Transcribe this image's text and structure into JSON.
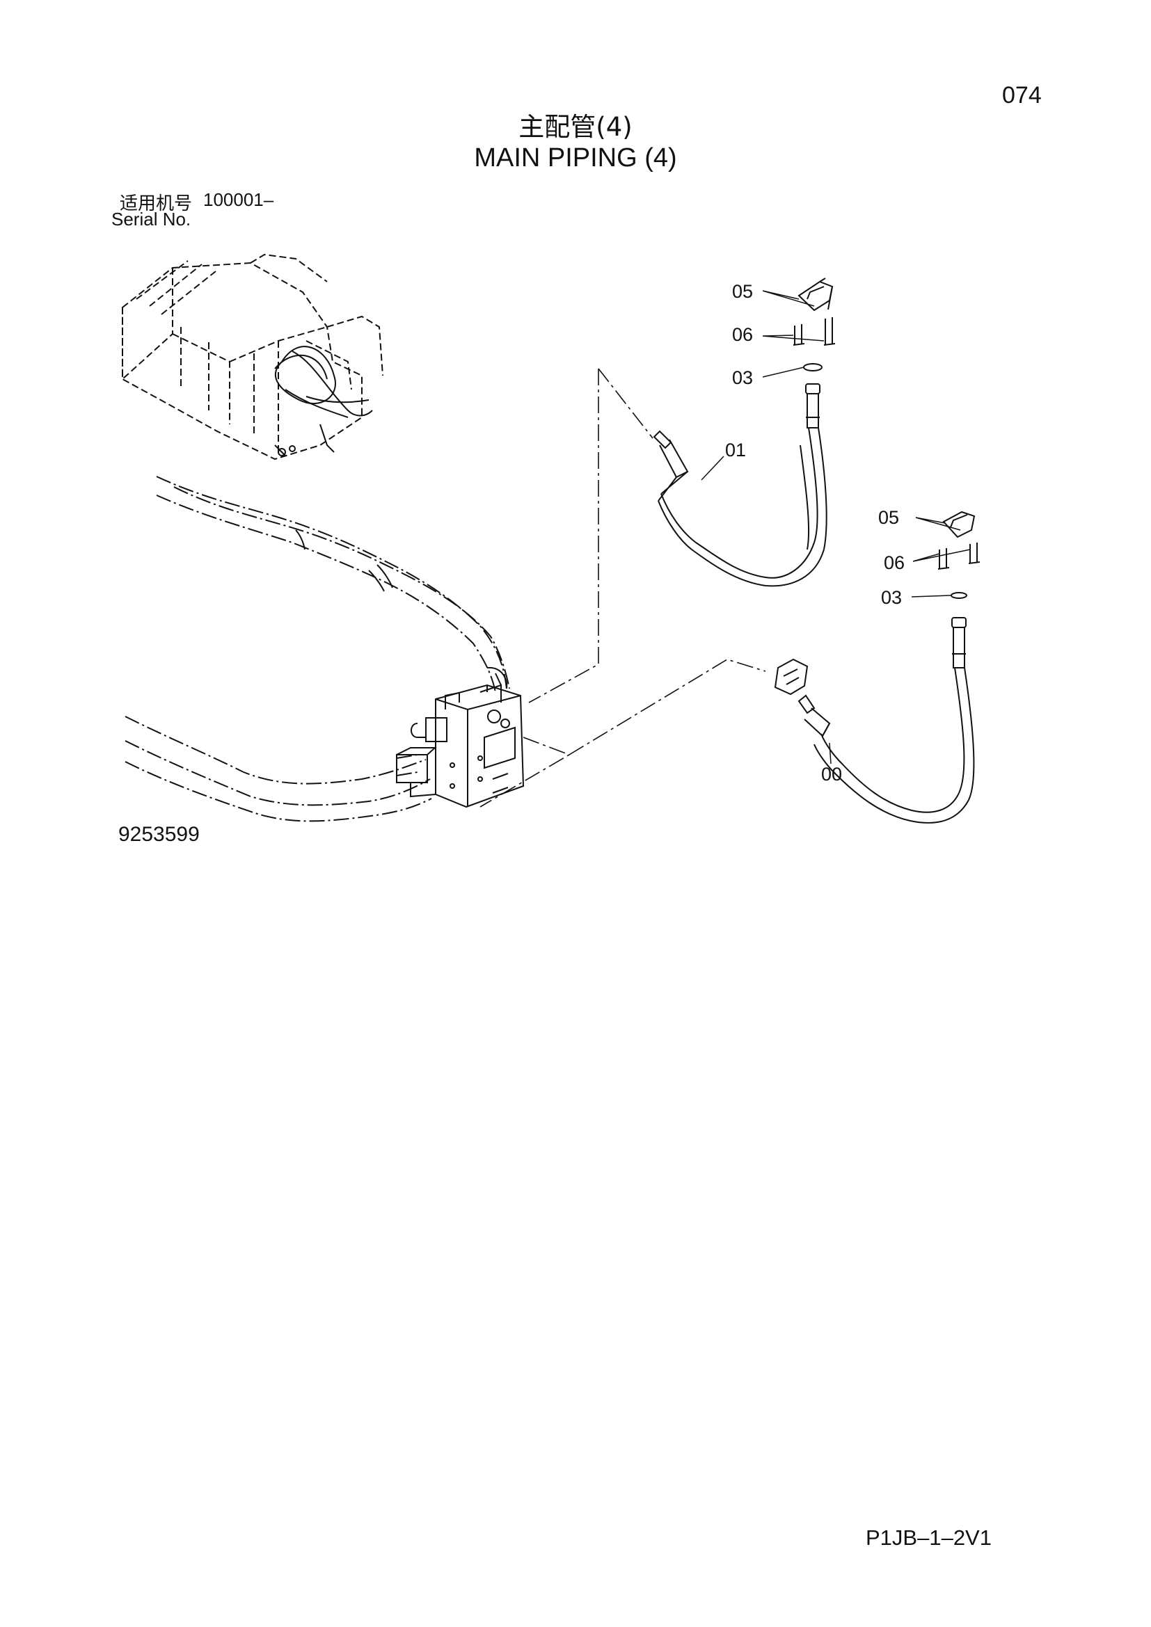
{
  "page": {
    "number": "074",
    "title_cn": "主配管(4)",
    "title_en": "MAIN PIPING (4)",
    "serial_label_cn": "适用机号",
    "serial_value": "100001–",
    "serial_label_en": "Serial No.",
    "figure_number": "9253599",
    "sheet_code": "P1JB–1–2V1"
  },
  "callouts": {
    "upper_clamp_05": "05",
    "upper_bolt_06": "06",
    "upper_oring_03": "03",
    "hose_01": "01",
    "lower_clamp_05": "05",
    "lower_bolt_06": "06",
    "lower_oring_03": "03",
    "hose_00": "00"
  },
  "colors": {
    "ink": "#111111",
    "paper": "#ffffff"
  }
}
